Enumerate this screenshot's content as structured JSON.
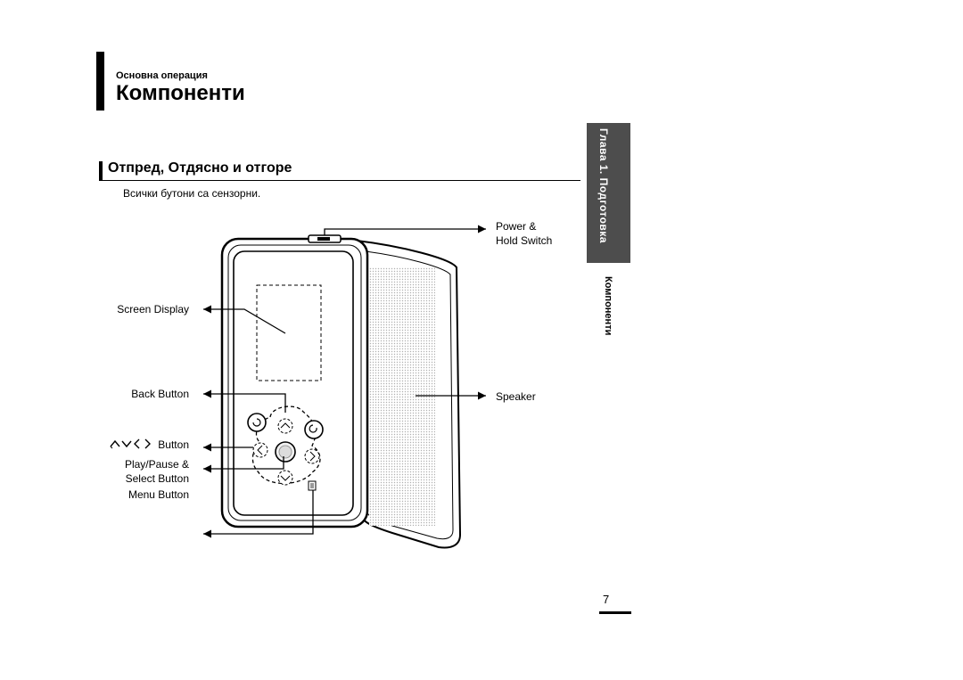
{
  "header": {
    "section_label": "Основна операция",
    "page_title": "Компоненти"
  },
  "section": {
    "title": "Отпред, Отдясно и отгоре",
    "note": "Всички бутони са сензорни."
  },
  "side_tab": {
    "chapter": "Глава 1.  Подготовка",
    "subtitle": "Компоненти"
  },
  "callouts": {
    "power_line1": "Power &",
    "power_line2": "Hold Switch",
    "screen_display": "Screen Display",
    "back_button": "Back Button",
    "nav_button": "Button",
    "play_pause_line1": "Play/Pause &",
    "play_pause_line2": "Select Button",
    "menu_button": "Menu Button",
    "speaker": "Speaker"
  },
  "icons": {
    "nav_arrows": [
      "up-arrow-icon",
      "down-arrow-icon",
      "left-arrow-icon",
      "right-arrow-icon"
    ]
  },
  "footer": {
    "page_number": "7"
  },
  "colors": {
    "side_tab_bg": "#4d4d4d",
    "speaker_grille": "#c8c8c8"
  }
}
